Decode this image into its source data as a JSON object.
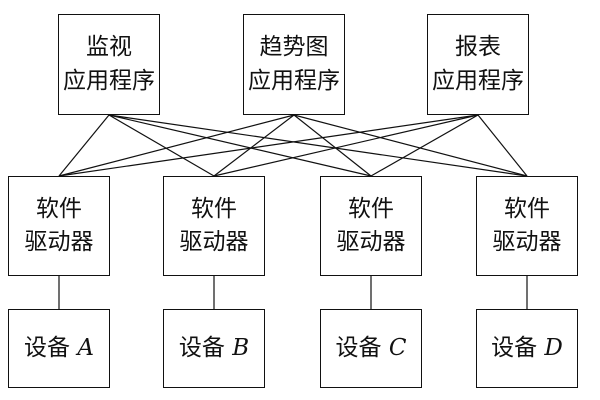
{
  "applications": [
    {
      "line1": "监视",
      "line2": "应用程序"
    },
    {
      "line1": "趋势图",
      "line2": "应用程序"
    },
    {
      "line1": "报表",
      "line2": "应用程序"
    }
  ],
  "drivers": [
    {
      "line1": "软件",
      "line2": "驱动器"
    },
    {
      "line1": "软件",
      "line2": "驱动器"
    },
    {
      "line1": "软件",
      "line2": "驱动器"
    },
    {
      "line1": "软件",
      "line2": "驱动器"
    }
  ],
  "devices": [
    {
      "prefix": "设备",
      "letter": "A"
    },
    {
      "prefix": "设备",
      "letter": "B"
    },
    {
      "prefix": "设备",
      "letter": "C"
    },
    {
      "prefix": "设备",
      "letter": "D"
    }
  ],
  "colors": {
    "stroke": "#111111",
    "background": "#ffffff"
  }
}
